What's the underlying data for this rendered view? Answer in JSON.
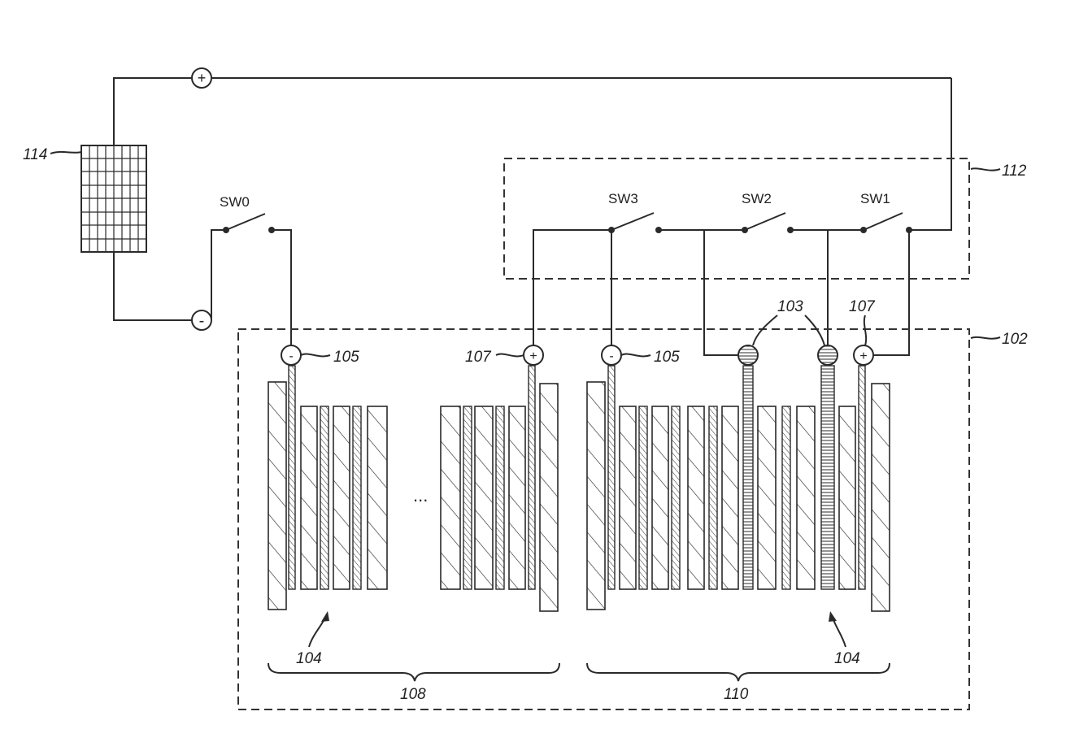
{
  "labels": {
    "panel": "114",
    "container": "102",
    "switchbox": "112",
    "cell": "104",
    "cell_right": "104",
    "group_left": "108",
    "group_right": "110",
    "terminal_105_a": "105",
    "terminal_105_b": "105",
    "terminal_107_a": "107",
    "terminal_107_b": "107",
    "terminal_103": "103"
  },
  "switches": {
    "sw0": "SW0",
    "sw1": "SW1",
    "sw2": "SW2",
    "sw3": "SW3"
  },
  "symbols": {
    "plus": "+",
    "minus": "-",
    "ellipsis": "..."
  },
  "colors": {
    "line": "#2a2a2a",
    "background": "#ffffff"
  }
}
